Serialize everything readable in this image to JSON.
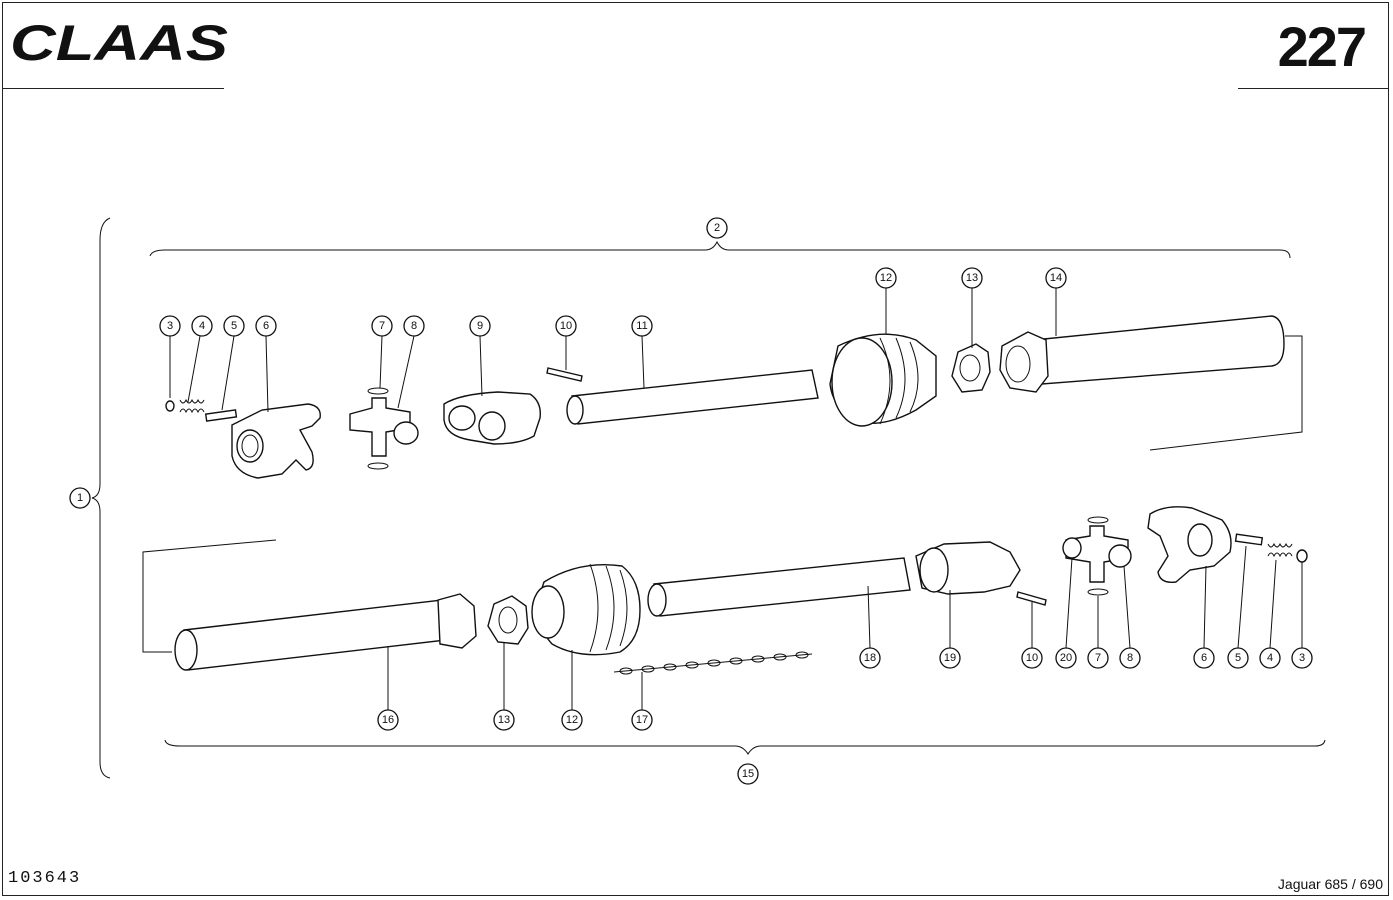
{
  "header": {
    "brand": "CLAAS",
    "page_number": "227"
  },
  "footer": {
    "document_number": "103643",
    "model": "Jaguar 685 / 690"
  },
  "callouts": {
    "c1": "1",
    "c2": "2",
    "c3": "3",
    "c4": "4",
    "c5": "5",
    "c6": "6",
    "c7": "7",
    "c8": "8",
    "c9": "9",
    "c10": "10",
    "c11": "11",
    "c12": "12",
    "c13": "13",
    "c14": "14",
    "c15": "15",
    "c16": "16",
    "c13b": "13",
    "c12b": "12",
    "c17": "17",
    "c18": "18",
    "c19": "19",
    "c10b": "10",
    "c20": "20",
    "c7b": "7",
    "c8b": "8",
    "c6b": "6",
    "c5b": "5",
    "c4b": "4",
    "c3b": "3"
  }
}
